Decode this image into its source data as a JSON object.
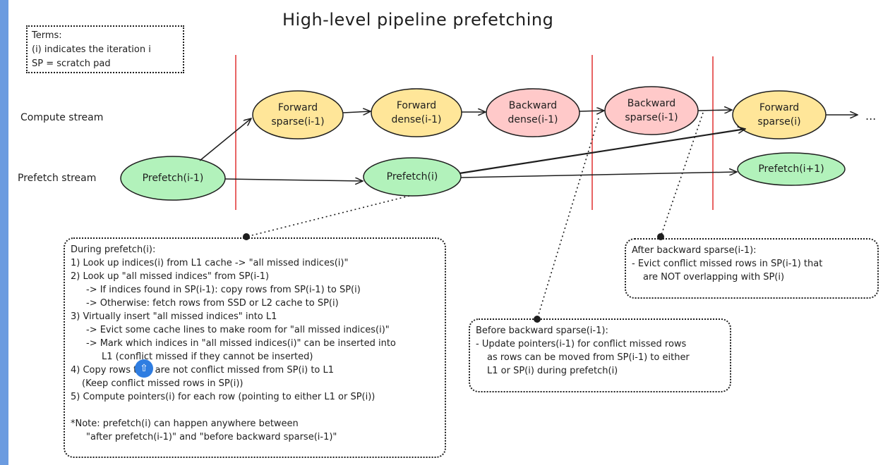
{
  "title": "High-level pipeline prefetching",
  "terms": {
    "heading": "Terms:",
    "line1": "(i) indicates the iteration i",
    "line2": "SP = scratch pad"
  },
  "streams": {
    "compute": "Compute stream",
    "prefetch": "Prefetch stream"
  },
  "nodes": {
    "forward_sparse_prev": {
      "line1": "Forward",
      "line2": "sparse(i-1)",
      "color": "#ffe699"
    },
    "forward_dense_prev": {
      "line1": "Forward",
      "line2": "dense(i-1)",
      "color": "#ffe699"
    },
    "backward_dense_prev": {
      "line1": "Backward",
      "line2": "dense(i-1)",
      "color": "#ffc9c9"
    },
    "backward_sparse_prev": {
      "line1": "Backward",
      "line2": "sparse(i-1)",
      "color": "#ffc9c9"
    },
    "forward_sparse_cur": {
      "line1": "Forward",
      "line2": "sparse(i)",
      "color": "#ffe699"
    },
    "prefetch_prev": {
      "label": "Prefetch(i-1)",
      "color": "#b2f2bb"
    },
    "prefetch_cur": {
      "label": "Prefetch(i)",
      "color": "#b2f2bb"
    },
    "prefetch_next": {
      "label": "Prefetch(i+1)",
      "color": "#b2f2bb"
    }
  },
  "continuation": "...",
  "note_main": {
    "l1": "During prefetch(i):",
    "l2": "1) Look up indices(i) from L1 cache -> \"all missed indices(i)\"",
    "l3": "2) Look up \"all missed indices\" from SP(i-1)",
    "l4": "-> If indices found in SP(i-1): copy rows from SP(i-1) to SP(i)",
    "l5": "-> Otherwise: fetch rows from SSD or L2 cache to SP(i)",
    "l6": "3) Virtually insert \"all missed indices\" into L1",
    "l7": "-> Evict some cache lines to make room for \"all missed indices(i)\"",
    "l8": "-> Mark which indices in \"all missed indices(i)\" can be inserted into",
    "l9": "L1 (conflict missed if they cannot be inserted)",
    "l10": "4) Copy rows that are not conflict missed from SP(i) to L1",
    "l11": "(Keep conflict missed rows in SP(i))",
    "l12": "5) Compute pointers(i) for each row (pointing to either L1 or SP(i))",
    "l13": "*Note: prefetch(i) can happen anywhere between",
    "l14": "\"after prefetch(i-1)\" and \"before backward sparse(i-1)\""
  },
  "note_before": {
    "l1": "Before backward sparse(i-1):",
    "l2": "- Update pointers(i-1) for conflict missed rows",
    "l3": "as rows can be moved from SP(i-1) to either",
    "l4": "L1 or SP(i) during prefetch(i)"
  },
  "note_after": {
    "l1": "After backward sparse(i-1):",
    "l2": "- Evict conflict missed rows in SP(i-1) that",
    "l3": "are NOT overlapping with SP(i)"
  },
  "colors": {
    "divider": "#e03131",
    "accent_bar": "#6b9be0",
    "stroke": "#1e1e1e"
  }
}
